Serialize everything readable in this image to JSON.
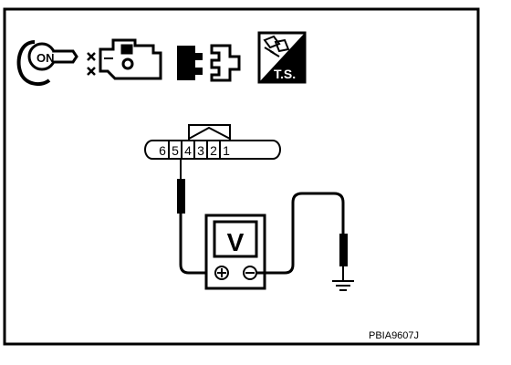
{
  "icons": {
    "ignition": {
      "name": "ignition-key-icon",
      "text": "ON"
    },
    "engine": {
      "name": "engine-stopped-icon"
    },
    "connector": {
      "name": "connector-disconnect-icon"
    },
    "troubleshoot": {
      "name": "troubleshooting-icon",
      "text": "T.S."
    }
  },
  "connector": {
    "pins": [
      "6",
      "5",
      "4",
      "3",
      "2",
      "1"
    ],
    "probed_pin": "5"
  },
  "meter": {
    "symbol": "V",
    "positive": "⊕",
    "negative": "⊖"
  },
  "figure_code": "PBIA9607J"
}
